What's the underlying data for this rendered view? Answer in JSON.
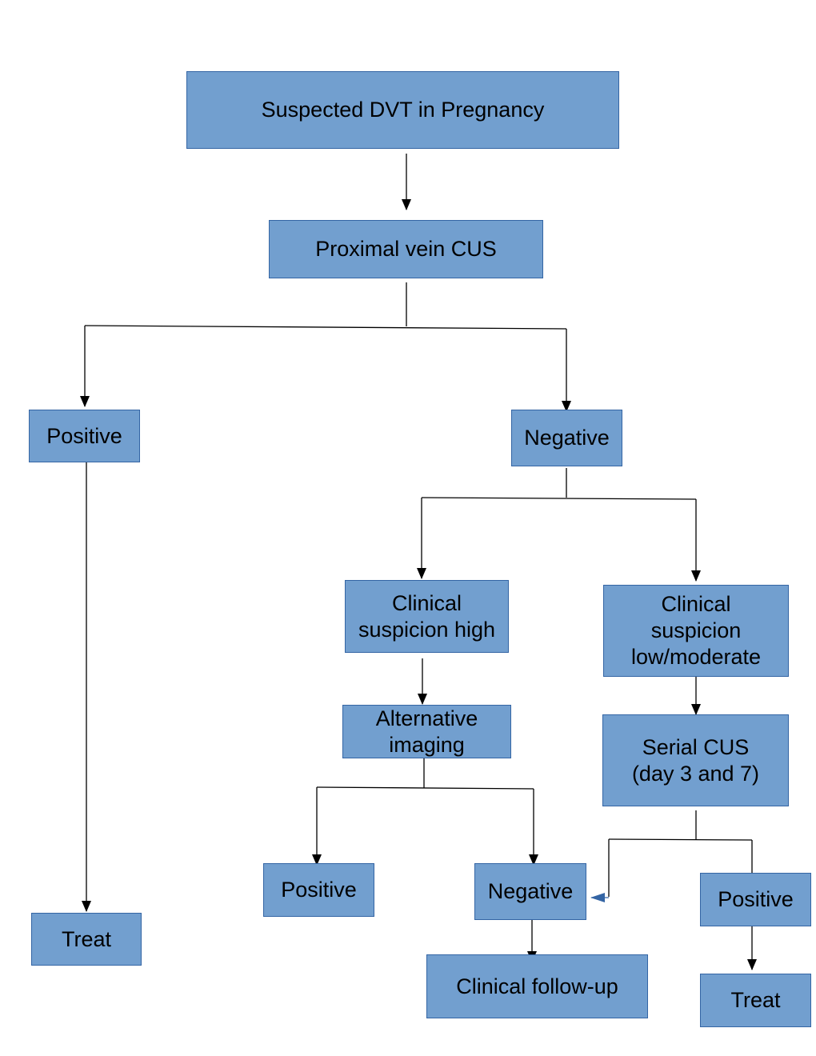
{
  "colors": {
    "box_fill": "#729fcf",
    "box_border": "#3465a4",
    "line": "#000000",
    "accent_arrow": "#3465a4"
  },
  "nodes": {
    "suspected": "Suspected DVT in Pregnancy",
    "proximal_cus": "Proximal vein CUS",
    "positive_main": "Positive",
    "negative_main": "Negative",
    "treat_left": "Treat",
    "suspicion_high": [
      "Clinical",
      "suspicion high"
    ],
    "suspicion_low": [
      "Clinical",
      "suspicion",
      "low/moderate"
    ],
    "alternative_imaging": [
      "Alternative",
      "imaging"
    ],
    "serial_cus": [
      "Serial CUS",
      "(day 3 and 7)"
    ],
    "positive_alt": "Positive",
    "negative_alt": "Negative",
    "clinical_followup": "Clinical follow-up",
    "positive_serial": "Positive",
    "treat_right": "Treat"
  }
}
